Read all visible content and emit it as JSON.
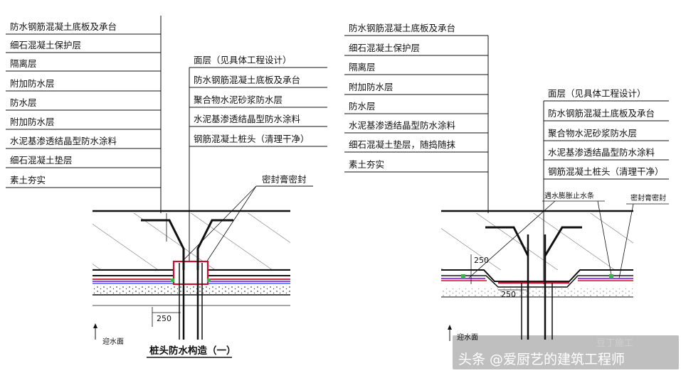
{
  "left": {
    "layers": [
      "防水钢筋混凝土底板及承台",
      "细石混凝土保护层",
      "隔离层",
      "附加防水层",
      "防水层",
      "附加防水层",
      "水泥基渗透结晶型防水涂料",
      "细石混凝土垫层",
      "素土夯实"
    ],
    "pile_labels": [
      "面层（见具体工程设计）",
      "防水钢筋混凝土底板及承台",
      "聚合物水泥砂浆防水层",
      "水泥基渗透结晶型防水涂料",
      "钢筋混凝土桩头（清理干净）"
    ],
    "seal_label": "密封膏密封",
    "dim": "250",
    "water_label": "迎水面",
    "title": "桩头防水构造（一）"
  },
  "right": {
    "layers": [
      "防水钢筋混凝土底板及承台",
      "细石混凝土保护层",
      "隔离层",
      "附加防水层",
      "防水层",
      "水泥基渗透结晶型防水涂料",
      "细石混凝土垫层，随捣随抹",
      "素土夯实"
    ],
    "pile_labels": [
      "面层（见具体工程设计）",
      "防水钢筋混凝土底板及承台",
      "聚合物水泥砂浆防水层",
      "水泥基渗透结晶型防水涂料",
      "钢筋混凝土桩头（清理干净）"
    ],
    "stop_label": "遇水膨胀止水条",
    "seal_label": "密封膏密封",
    "dim1": "250",
    "dim2": "250",
    "water_label": "迎水面"
  },
  "watermark": {
    "text": "头条 @爱厨艺的建筑工程师",
    "text2": "豆丁施工"
  },
  "colors": {
    "line": "#111111",
    "waterproof_red": "#c8102e",
    "waterproof_purple": "#8a2be2",
    "waterproof_blue": "#1e3cff",
    "stop_green": "#3cb44b"
  }
}
